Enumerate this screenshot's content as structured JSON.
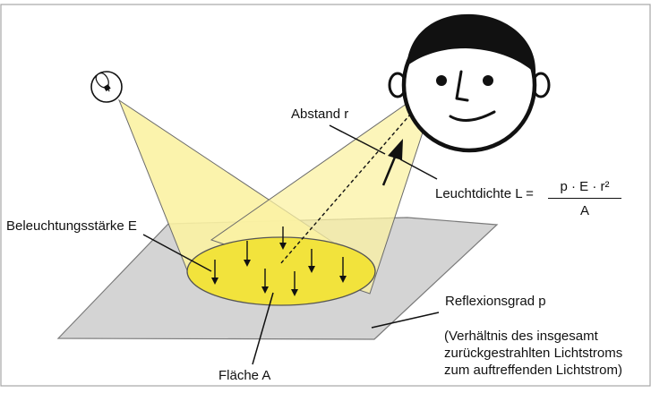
{
  "labels": {
    "distance": "Abstand r",
    "illuminance": "Beleuchtungsstärke E",
    "area": "Fläche A",
    "reflectance": "Reflexionsgrad p",
    "luminance_prefix": "Leuchtdichte L =",
    "formula_numerator": "p · E · r²",
    "formula_denominator": "A",
    "reflectance_note_line1": "(Verhältnis des insgesamt",
    "reflectance_note_line2": "zurückgestrahlten Lichtstroms",
    "reflectance_note_line3": "zum auftreffenden Lichtstrom)"
  },
  "icons": {
    "lamp": "light-bulb-icon",
    "observer": "face-icon"
  },
  "colors": {
    "light_cone": "#fbf2a3",
    "lit_area": "#f2e33c",
    "surface": "#d4d4d4",
    "frame": "#a6a6a6",
    "ink": "#111111"
  }
}
